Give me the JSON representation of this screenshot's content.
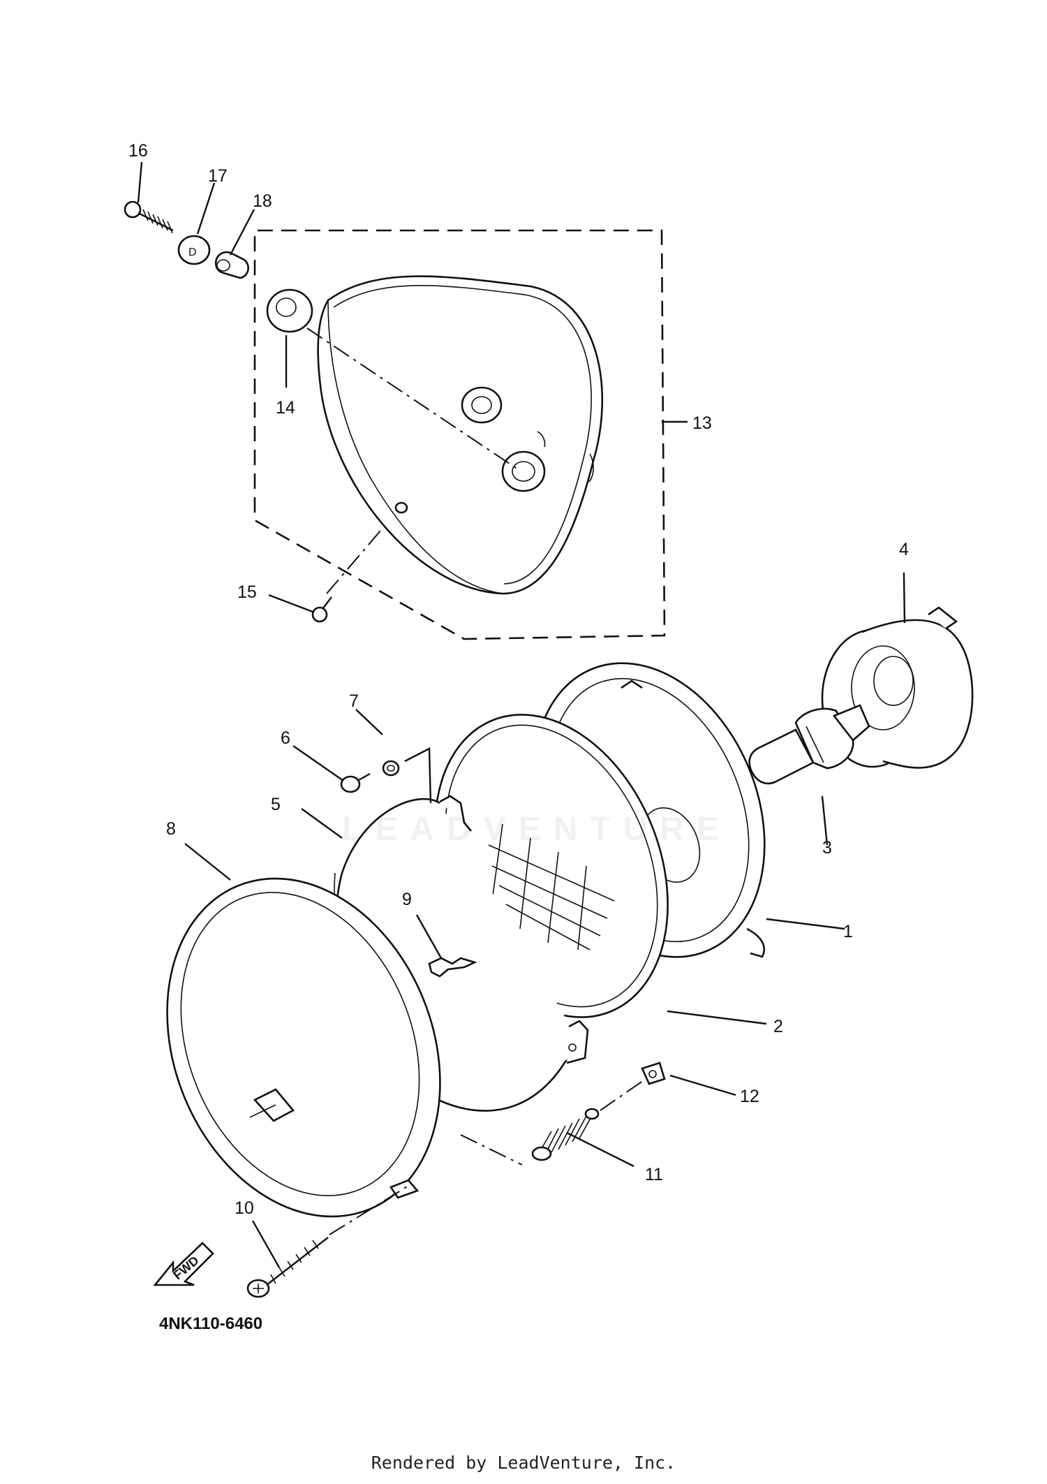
{
  "diagram": {
    "code": "4NK110-6460",
    "rendered_by": "Rendered by LeadVenture, Inc.",
    "watermark": "LEADVENTURE",
    "fwd_label": "FWD",
    "callouts": [
      "1",
      "2",
      "3",
      "4",
      "5",
      "6",
      "7",
      "8",
      "9",
      "10",
      "11",
      "12",
      "13",
      "14",
      "15",
      "16",
      "17",
      "18"
    ]
  }
}
